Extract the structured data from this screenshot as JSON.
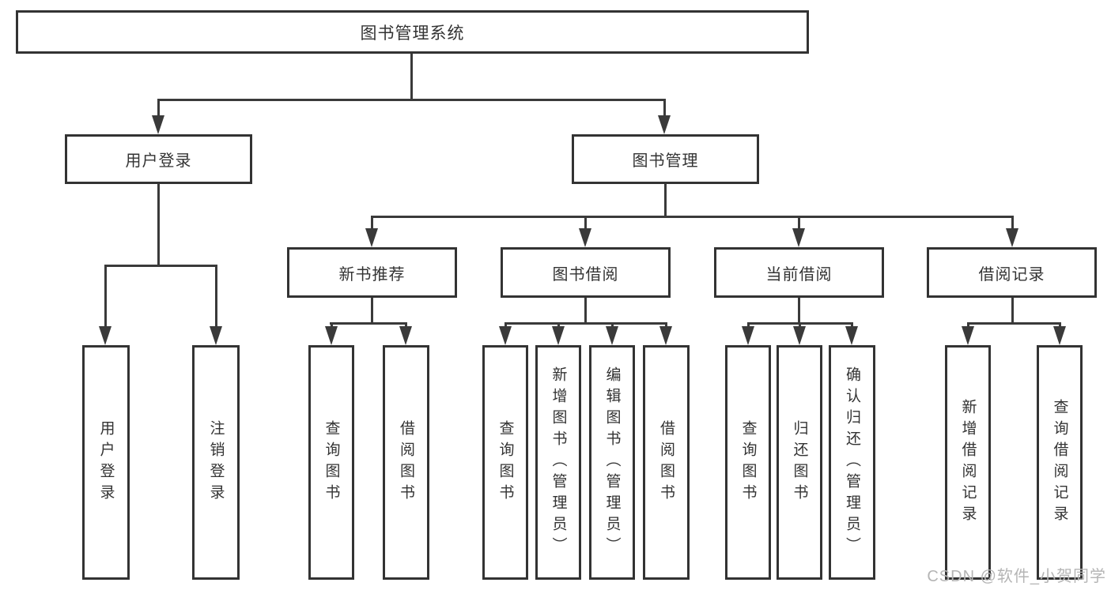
{
  "diagram": {
    "nodes": {
      "root": "图书管理系统",
      "user_login": "用户登录",
      "book_management": "图书管理"
    },
    "user_login_children": [
      "用户登录",
      "注销登录"
    ],
    "book_management_sections": [
      {
        "label": "新书推荐",
        "children": [
          "查询图书",
          "借阅图书"
        ]
      },
      {
        "label": "图书借阅",
        "children": [
          "查询图书",
          "新增图书（管理员）",
          "编辑图书（管理员）",
          "借阅图书"
        ]
      },
      {
        "label": "当前借阅",
        "children": [
          "查询图书",
          "归还图书",
          "确认归还（管理员）"
        ]
      },
      {
        "label": "借阅记录",
        "children": [
          "新增借阅记录",
          "查询借阅记录"
        ]
      }
    ],
    "watermark": "CSDN @软件_小贺同学",
    "colors": {
      "line": "#3a3a3a",
      "box_border": "#333333",
      "text": "#333333",
      "watermark": "#b5b5b5",
      "background": "#ffffff"
    }
  }
}
